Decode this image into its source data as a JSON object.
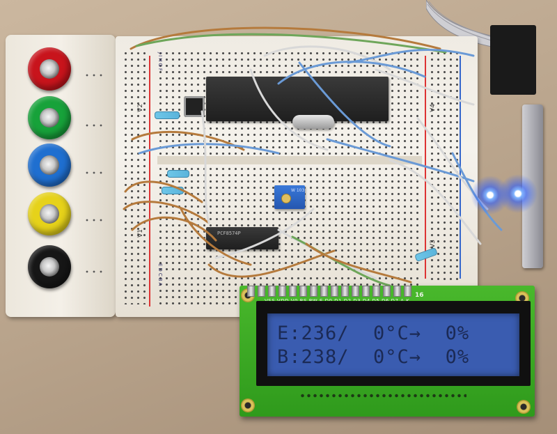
{
  "breadboard": {
    "rail_labels": [
      "V1",
      "V2",
      "V3",
      "V4"
    ],
    "row_letters_top": "JIHGF",
    "row_letters_bottom": "EDCBA"
  },
  "chips": {
    "io_expander_label": "PCF8574P",
    "trimpot_label": "W 103"
  },
  "lcd": {
    "pin_labels": "VSS VDD V0 RS RW E D0 D1 D2 D3 D4 D5 D6 D7 A K",
    "pin_count_label": "16",
    "line1": "E:236/  0°C→  0%",
    "line2": "B:238/  0°C→  0%",
    "backlight_color": "#3a5cb0",
    "text_color": "#1b2a55"
  },
  "jacks": {
    "colors": [
      "#c8141c",
      "#17a23a",
      "#1f6fd0",
      "#e6d21a",
      "#161616"
    ]
  },
  "leds": {
    "color": "#3d7bff"
  }
}
